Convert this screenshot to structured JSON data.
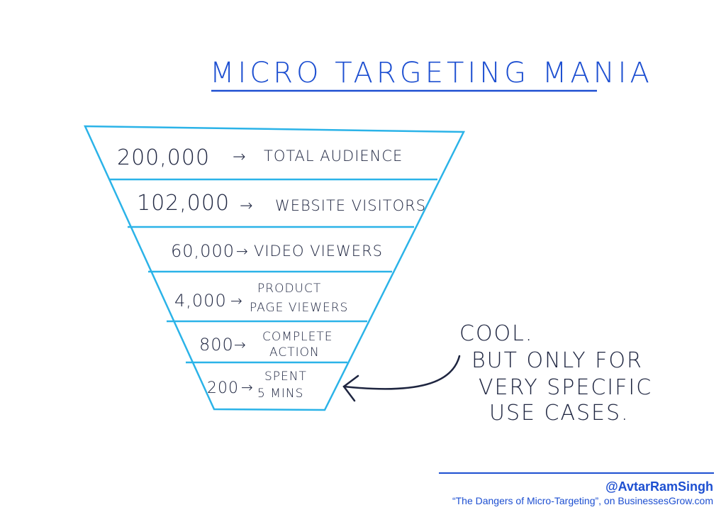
{
  "title": "MICRO TARGETING MANIA",
  "funnel": [
    {
      "count": "200,000",
      "label": [
        "TOTAL AUDIENCE"
      ]
    },
    {
      "count": "102,000",
      "label": [
        "WEBSITE VISITORS"
      ]
    },
    {
      "count": "60,000",
      "label": [
        "VIDEO VIEWERS"
      ]
    },
    {
      "count": "4,000",
      "label": [
        "PRODUCT",
        "PAGE VIEWERS"
      ]
    },
    {
      "count": "800",
      "label": [
        "COMPLETE",
        "ACTION"
      ]
    },
    {
      "count": "200",
      "label": [
        "SPENT",
        "5 MINS"
      ]
    }
  ],
  "note": [
    "COOL.",
    "BUT ONLY FOR",
    "VERY SPECIFIC",
    "USE CASES."
  ],
  "footer": {
    "handle": "@AvtarRamSingh",
    "source": "“The Dangers of Micro-Targeting”, on BusinessesGrow.com"
  },
  "colors": {
    "funnel": "#2bb3e8",
    "title": "#1d4fd1",
    "ink": "#1e2540"
  }
}
